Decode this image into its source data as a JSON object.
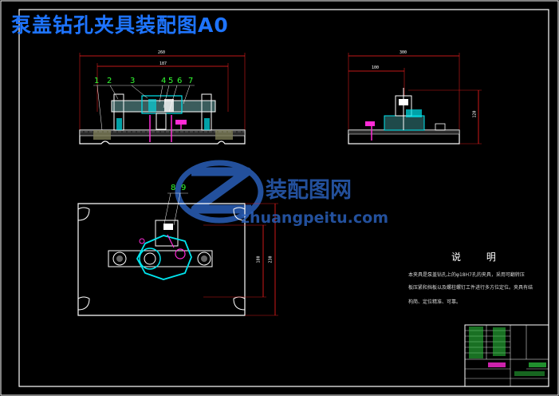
{
  "title": "泵盖钻孔夹具装配图A0",
  "watermark": {
    "name": "装配图网",
    "url": "zhuangpeitu.com"
  },
  "front_view": {
    "balloons": [
      "1",
      "2",
      "3",
      "4",
      "5",
      "6",
      "7"
    ],
    "dims": {
      "overall": "260",
      "inner": "187"
    }
  },
  "side_view": {
    "dims": {
      "overall": "300",
      "partial": "100",
      "height": "120"
    }
  },
  "top_view": {
    "balloons": [
      "8",
      "9"
    ],
    "dims": {
      "inner": "180",
      "outer": "230"
    }
  },
  "notes": {
    "heading": "说 明",
    "lines": [
      "本夹具是泵盖钻孔上的φ18H7孔的夹具，采用可翻转压",
      "板压紧和挡板以及螺柱螺钉工件进行多方位定位。夹具有结",
      "构简、定位精准、可靠。"
    ]
  },
  "colors": {
    "background": "#000000",
    "outline": "#ffffff",
    "watermark": "#2a5fb8",
    "title": "#1e74ff",
    "balloon": "#33ff33",
    "cyan": "#00e5ee",
    "magenta": "#ff2bd6",
    "dim_red": "#ff2020"
  }
}
